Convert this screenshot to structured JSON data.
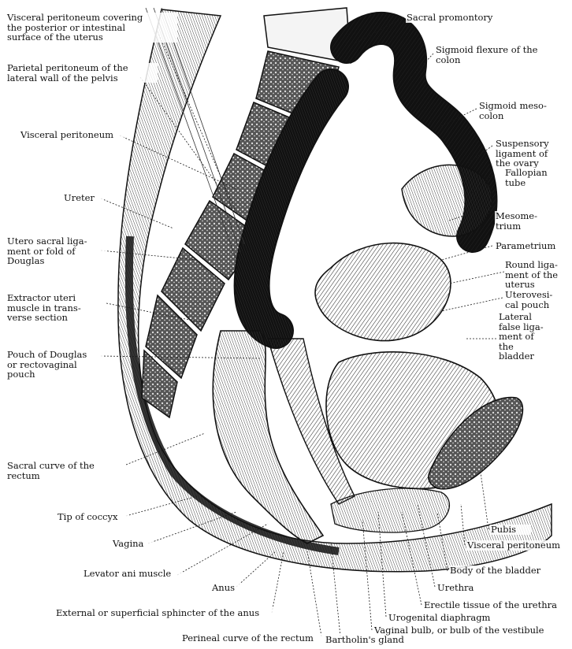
{
  "labels": {
    "visceral_peritoneum_uterus": "Visceral peritoneum covering\nthe posterior or intestinal\nsurface of the uterus",
    "parietal_peritoneum": "Parietal peritoneum of the\nlateral wall of the pelvis",
    "visceral_peritoneum_left": "Visceral peritoneum",
    "ureter": "Ureter",
    "utero_sacral": "Utero sacral liga-\nment or fold of\nDouglas",
    "extractor_uteri": "Extractor    uteri\nmuscle in trans-\nverse section",
    "pouch_douglas": "Pouch of Douglas\nor  rectovaginal\npouch",
    "sacral_curve": "Sacral  curve  of  the\nrectum",
    "tip_coccyx": "Tip of coccyx",
    "vagina": "Vagina",
    "levator_ani": "Levator ani muscle",
    "anus": "Anus",
    "external_sphincter": "External or superficial sphincter of the anus",
    "perineal_curve": "Perineal curve of the rectum",
    "bartholin": "Bartholin's gland",
    "sacral_promontory": "Sacral promontory",
    "sigmoid_flexure": "Sigmoid  flexure of  the\ncolon",
    "sigmoid_mesocolon": "Sigmoid    meso-\ncolon",
    "suspensory_ligament": "Suspensory\nligament  of\nthe ovary",
    "fallopian_tube": "Fallopian\ntube",
    "mesometrium": "Mesome-\ntrium",
    "parametrium": "Parametrium",
    "round_ligament": "Round liga-\nment of the\nuterus",
    "uterovesical_pouch": "Uterovesi-\ncal pouch",
    "lateral_false_ligament": "Lateral\nfalse liga-\nment    of\nthe\nbladder",
    "pubis": "Pubis",
    "visceral_peritoneum_right": "Visceral peritoneum",
    "body_bladder": "Body of the bladder",
    "urethra": "Urethra",
    "erectile_tissue": "Erectile tissue of the urethra",
    "urogenital_diaphragm": "Urogenital diaphragm",
    "vaginal_bulb": "Vaginal bulb, or bulb of the vestibule"
  },
  "colors": {
    "ink": "#111111",
    "paper": "#ffffff",
    "bone": "#3a3a3a"
  }
}
